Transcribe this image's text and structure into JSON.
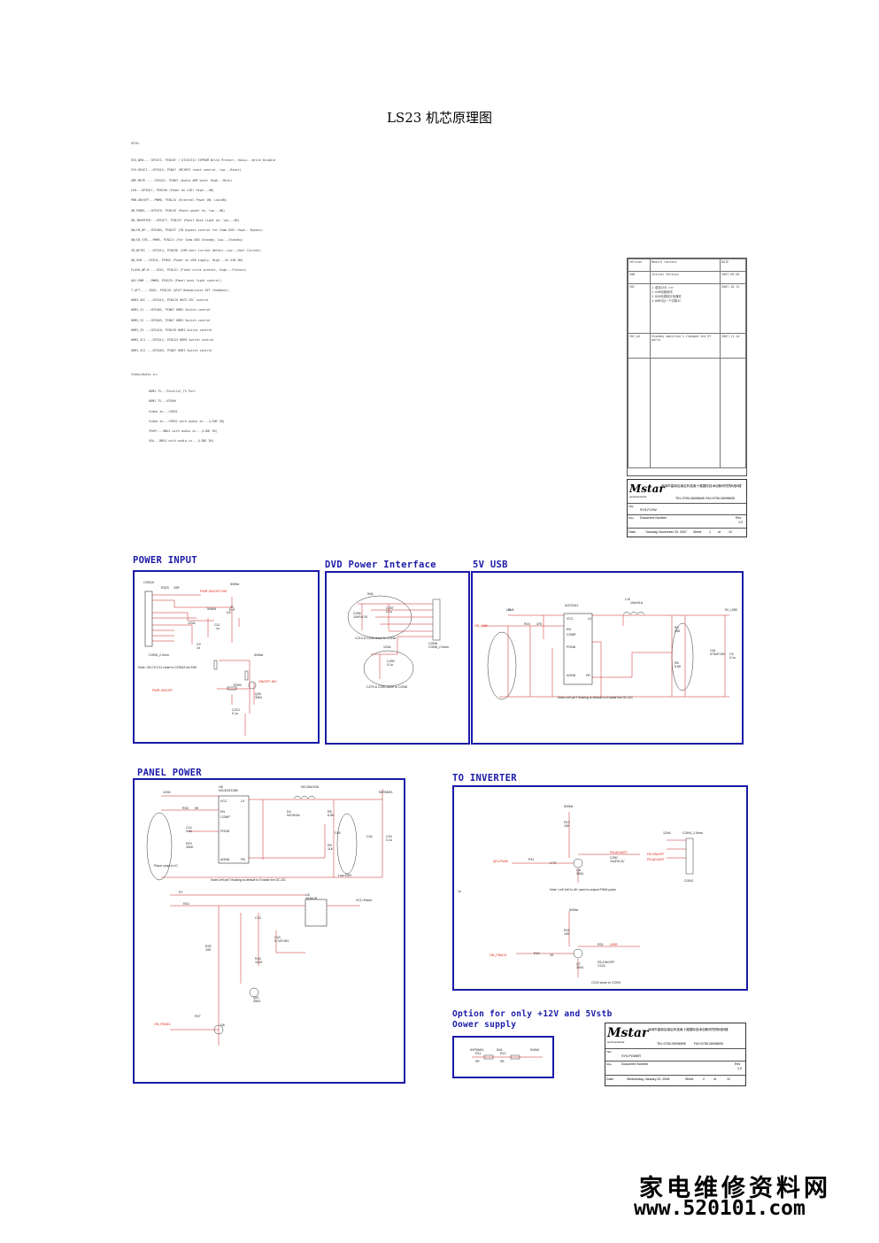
{
  "title": "LS23 机芯原理图",
  "gpio": {
    "heading": "GPIO:",
    "lines": [
      "EEG_WEN--- GPIO71, PIN107 / AT24C512 EEPROM Write Protect, Hi&Lo---Write Disable",
      "SYS-RESET---GPIO15, PIN57 (MST697 reset control, low---Reset)",
      "AMP-MUTE --- GPIO21, PIN63 (Audio AMP mute: High---Mute)",
      "LED---GPIO47, PIN190 (Power On LED: High---ON)",
      "PWR-ON/OFF---PWM0, PIN124 (External Power ON, Low=ON)",
      "ON_PANEL---GPIO79, PIN145 (Panel power on, low---ON)",
      "ON_INVERTER---GPIO77, PIN137 (Panel Back light on: low---ON)",
      "ON/CB_BP---GPIO84, PIN237 (CB bypass control for Comb DVD: High---Bypass)",
      "ON/CB_STB---PWM5, PIN121 (For Comb DVD Standby, Low---Standby)",
      "CB_DETEC ---GPIO14, PIN236 (COM Over Current detect, Low---Over Current)",
      "ON_USB ---GPIO1, PIN55 (Power on USB supply, High---5V USB ON)",
      "FLASH_WP-N ---GIO1, PIN121 (Flash write protect, High---Protect)",
      "ADJ-PWM ---PWM0, PIN125 (Panel back light control)",
      "T_AFT---- GDO1, PIN120 (AFAT Demodulator AFT feedback)",
      "HDMI-SEC ---GPIO15, PIN219 HDCP-SEC control",
      "HDMI_S1 ---GPIO02, PIN67 HDMI Switch control",
      "HDMI_S2 ---GPIO03, PIN67 HDMI Switch control",
      "HDMI_S3 ---GPIO10, PIN139 HDMI Switch control",
      "HDMI_SC1 ---GPIO12, PIN123 HDMI Switch control",
      "HDMI_SC2 ---GPIO03, PIN67 HDMI Switch control"
    ],
    "video_heading": "Video/Audio in:",
    "video_lines": [
      "HDMI-TV---Parallel_TS Port",
      "HDMI TV---HTENH",
      "Video in---CVBS1",
      "Video in---CVBS2 with audio in---(LINE IN)",
      "YPbPr---MDO1 with audio in---(LINE IN)",
      "VGA---MDO1 with audio in---(LINE IN)"
    ]
  },
  "revision_table": {
    "headers": [
      "Version",
      "Modify Content",
      "DATE"
    ],
    "rows": [
      [
        "V0B",
        "Initial Version",
        "2007-09-05"
      ],
      [
        "V0C",
        "1.增加LED ctr\n2.USB电路修改\n3.DVD电源部分加器件\n4.HDMI加一个切换IC",
        "2007-10-11"
      ],
      [
        "V0C_ok",
        "Standby modified  1.Changed the RT parts",
        "2007-11-14"
      ]
    ]
  },
  "title_blocks": [
    {
      "company": "深圳市高新区南区科技南十路国际技术创新研究院B座8楼",
      "logo": "Mstar",
      "logo_sub": "semiconductor",
      "tel": "TEL:0755-26096695",
      "fax": "FAX:0755-26096635",
      "title_label": "Title",
      "title": "SYS-FLOW",
      "size_label": "Size",
      "docnum_label": "Document Number",
      "rev_label": "Rev",
      "rev": "1.0",
      "date_label": "Date:",
      "date": "Tuesday, November 20, 2007",
      "sheet_label": "Sheet",
      "sheet": "1",
      "of_label": "of",
      "total": "12"
    },
    {
      "company": "深圳市高新区南区科技南十路国际技术创新研究院B座8楼",
      "logo": "Mstar",
      "logo_sub": "semiconductor",
      "tel": "TEL:0755-26096695",
      "fax": "FAX:0755-26096635",
      "title_label": "Title",
      "title": "SYS-POWER",
      "size_label": "Size",
      "docnum_label": "Document Number",
      "rev_label": "Rev",
      "rev": "1.0",
      "date_label": "Date:",
      "date": "Wednesday, January 02, 2008",
      "sheet_label": "Sheet",
      "sheet": "2",
      "of_label": "of",
      "total": "12"
    }
  ],
  "sections": {
    "power_input": {
      "title": "POWER INPUT",
      "labels": [
        "CON15",
        "R323",
        "10R",
        "5VMst",
        "5VAIN",
        "12VA",
        "D3",
        "C11",
        "1n",
        "C9",
        "1n",
        "CON5_2.0mm",
        "PWR-ON/OFF-INV",
        "PWR-ON/OFF",
        "R320",
        "5VMst",
        "ON/OFF-INV",
        "Q26",
        "3904",
        "C213",
        "0.1u"
      ],
      "note": "Note: C8,C9,C11 close to CON15 for EMI"
    },
    "dvd_power": {
      "title": "DVD Power Interface",
      "labels": [
        "5VA",
        "C255",
        "10uF/6.3V",
        "C257",
        "0.1u",
        "CON8",
        "CON8_2.0mm",
        "12VA",
        "C250",
        "0.1u"
      ],
      "notes": [
        "C213 & C255 close to CON8",
        "C275 & C250 close to CON8"
      ]
    },
    "usb": {
      "title": "5V USB",
      "labels": [
        "U3",
        "AOZ1041",
        "L10",
        "15uH/1A",
        "5VA",
        "ON_USB",
        "R15",
        "47K",
        "VCC",
        "LX",
        "EN",
        "COMP",
        "PGND",
        "AGND",
        "FB",
        "R4",
        "39K",
        "R6",
        "5.6K",
        "5V_USB",
        "C5",
        "0.1u",
        "C61",
        "470uF/16V"
      ],
      "note": "Note:Left pin7 floating is default to Enable the DC-DC"
    },
    "panel_power": {
      "title": "PANEL POWER",
      "labels": [
        "12VA",
        "U8",
        "NC/AOZ1085",
        "R18",
        "5K",
        "VCC",
        "LX",
        "EN",
        "COMP",
        "PGND",
        "AGND",
        "FB",
        "C14",
        "3.9n",
        "R19",
        "390K",
        "NC/15uH/2A",
        "D4",
        "NC/3K64",
        "R8",
        "6.5K",
        "5VPANEL",
        "R9",
        "11K",
        "C49",
        "C44",
        "C15",
        "0.1u",
        "U5",
        "9936CB",
        "VCC-Panel",
        "R7",
        "R10",
        "C13",
        "R32",
        "10K",
        "C43",
        "4.7uF/16V",
        "R44",
        "100K",
        "Q11",
        "3904",
        "R27",
        "Q6",
        "ON_PANEL"
      ],
      "notes": [
        "Note:Left pin7 floating is default to Enable the DC-DC",
        "Place close to IC",
        "Low ESR"
      ]
    },
    "inverter": {
      "title": "TO INVERTER",
      "labels": [
        "5VMst",
        "R13",
        "10K",
        "ADJ-PWM",
        "R11",
        "4.7K",
        "Q8",
        "3904",
        "FB-ADJUST",
        "C250",
        "10uF/6.3V",
        "12VA",
        "CON4_2.0mm",
        "FB-ON/OFF",
        "FB-ADJUST",
        "CON3",
        "5VMst",
        "R22",
        "10K",
        "ON_FBACK",
        "R24",
        "1K",
        "Q7",
        "3904",
        "R21",
        "100R",
        "FB-ON/OFF",
        "C224",
        "1n"
      ],
      "notes": [
        "Note: Left 1k0 to 4K used to output PWM pulse",
        "C224 close to CON3"
      ]
    },
    "option": {
      "title": "Option for only +12V and 5Vstb",
      "subtitle": "Oower supply",
      "labels": [
        "5VPANEL",
        "5VA",
        "5VAIN",
        "R11",
        "R12",
        "0R",
        "0R"
      ]
    }
  },
  "watermark": {
    "line1": "家电维修资料网",
    "line2": "www.520101.com"
  }
}
